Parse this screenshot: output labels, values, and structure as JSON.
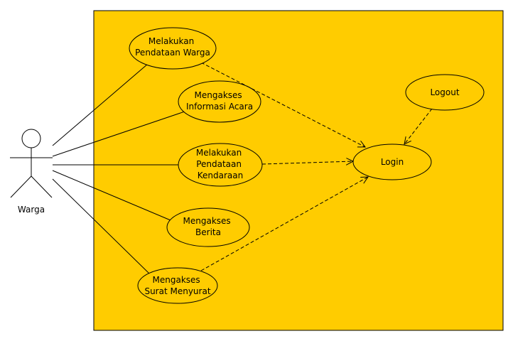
{
  "colors": {
    "background": "#ffffff",
    "system_fill": "#ffcc00",
    "stroke": "#000000"
  },
  "actor": {
    "name": "Warga",
    "icon": "stick-figure-actor-icon"
  },
  "use_cases": [
    {
      "id": "pendataan-warga",
      "lines": [
        "Melakukan",
        "Pendataan Warga"
      ]
    },
    {
      "id": "informasi-acara",
      "lines": [
        "Mengakses",
        "Informasi Acara"
      ]
    },
    {
      "id": "pendataan-kendaraan",
      "lines": [
        "Melakukan",
        "Pendataan",
        "Kendaraan"
      ]
    },
    {
      "id": "berita",
      "lines": [
        "Mengakses",
        "Berita"
      ]
    },
    {
      "id": "surat-menyurat",
      "lines": [
        "Mengakses",
        "Surat Menyurat"
      ]
    },
    {
      "id": "login",
      "lines": [
        "Login"
      ]
    },
    {
      "id": "logout",
      "lines": [
        "Logout"
      ]
    }
  ]
}
